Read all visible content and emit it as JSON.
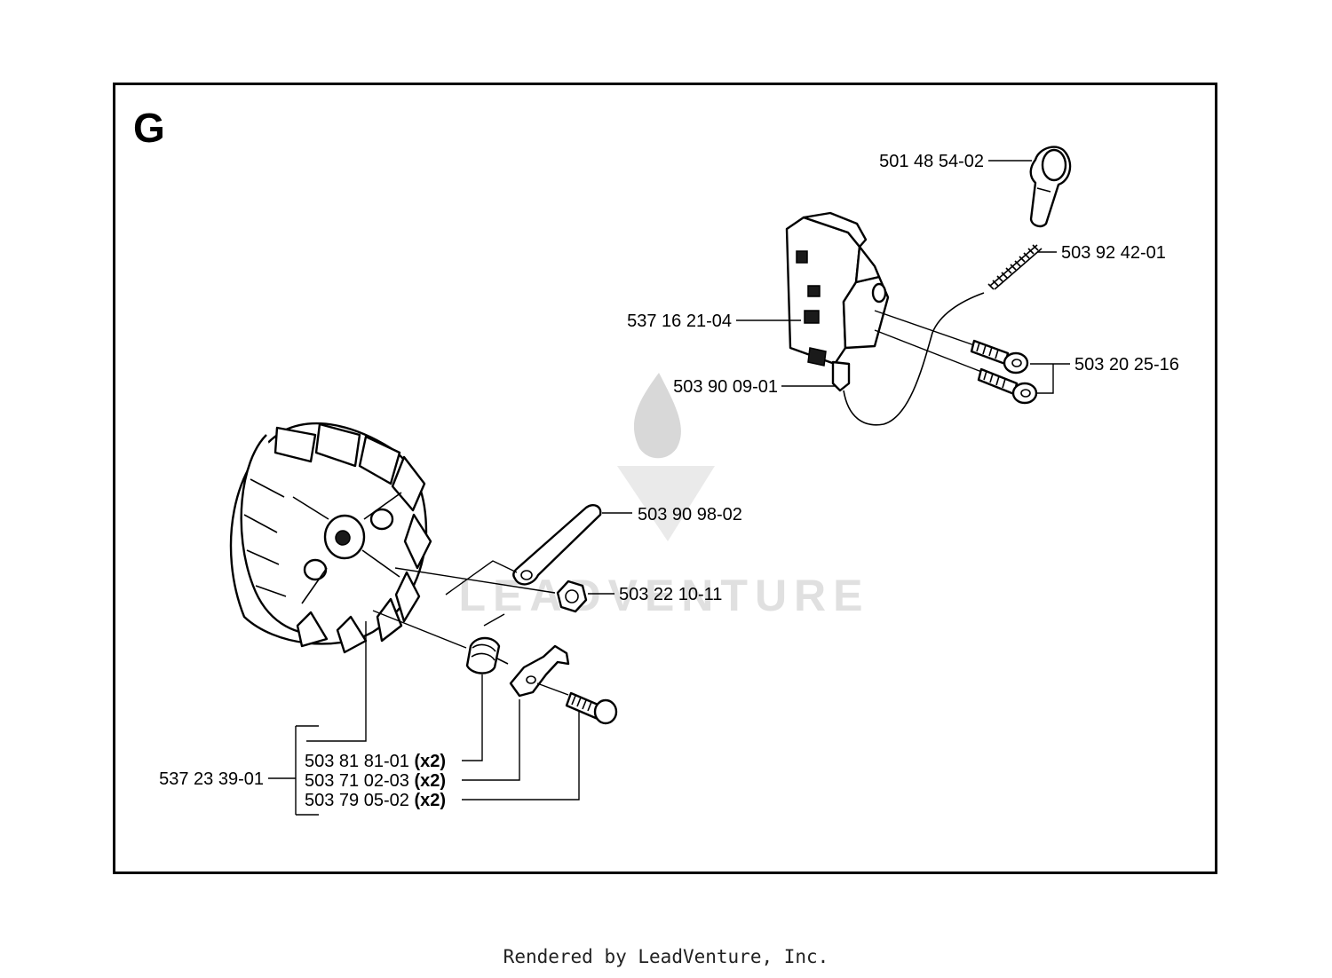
{
  "section_letter": "G",
  "watermark_text": "LEADVENTURE",
  "footer": "Rendered by LeadVenture, Inc.",
  "callouts": {
    "spark_plug_cap": "501 48 54-02",
    "spring": "503 92 42-01",
    "ignition_module": "537 16 21-04",
    "screws": "503 20 25-16",
    "terminal": "503 90 09-01",
    "ground_lead": "503 90 98-02",
    "nut": "503 22 10-11",
    "flywheel": "537 23 39-01",
    "pawl_spring": "503 81 81-01",
    "pawl": "503 71 02-03",
    "pawl_pin": "503 79 05-02",
    "qty_pawl_spring": "(x2)",
    "qty_pawl": "(x2)",
    "qty_pawl_pin": "(x2)"
  }
}
